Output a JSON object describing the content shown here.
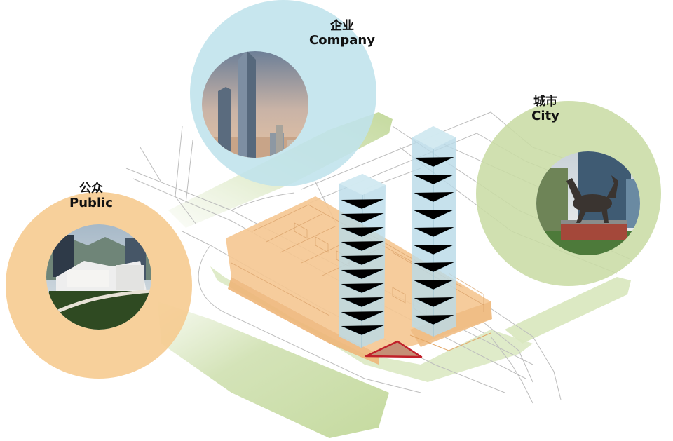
{
  "labels": {
    "company": {
      "zh": "企业",
      "en": "Company"
    },
    "city": {
      "zh": "城市",
      "en": "City"
    },
    "public": {
      "zh": "公众",
      "en": "Public"
    }
  },
  "colors": {
    "company_circle": "#bfe3ec",
    "city_circle": "#c9dca5",
    "public_circle": "#f6c98d",
    "podium": "#f5c691",
    "tower_glass": "#b9dbe8",
    "green_band": "#cfe0b0",
    "plaza_triangle": "#c58f76",
    "plaza_outline": "#c0202a"
  }
}
